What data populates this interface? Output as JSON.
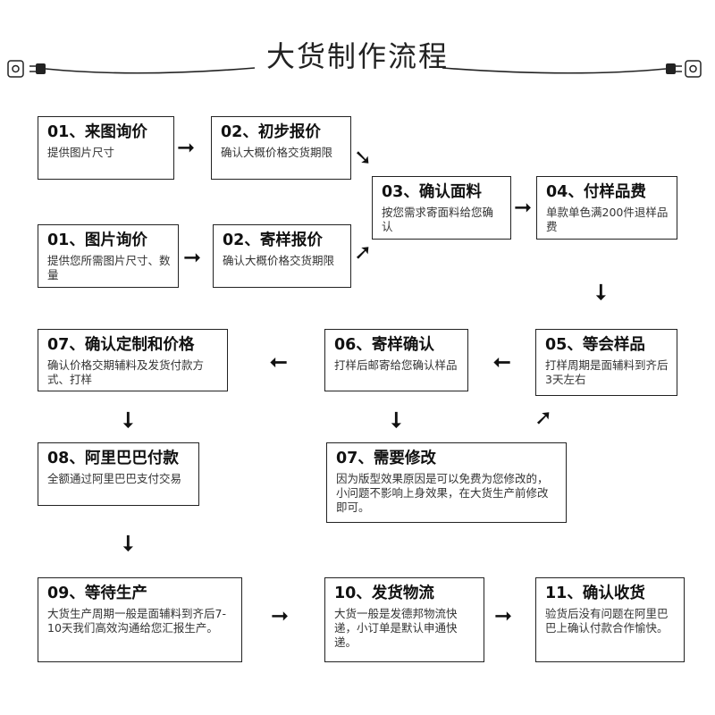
{
  "title": "大货制作流程",
  "steps": [
    {
      "head": "01、来图询价",
      "desc": "提供图片尺寸"
    },
    {
      "head": "02、初步报价",
      "desc": "确认大概价格交货期限"
    },
    {
      "head": "03、确认面料",
      "desc": "按您需求寄面料给您确认"
    },
    {
      "head": "04、付样品费",
      "desc": "单款单色满200件退样品费"
    },
    {
      "head": "01、图片询价",
      "desc": "提供您所需图片尺寸、数量"
    },
    {
      "head": "02、寄样报价",
      "desc": "确认大概价格交货期限"
    },
    {
      "head": "07、确认定制和价格",
      "desc": "确认价格交期辅料及发货付款方式、打样"
    },
    {
      "head": "06、寄样确认",
      "desc": "打样后邮寄给您确认样品"
    },
    {
      "head": "05、等会样品",
      "desc": "打样周期是面辅料到齐后3天左右"
    },
    {
      "head": "08、阿里巴巴付款",
      "desc": "全额通过阿里巴巴支付交易"
    },
    {
      "head": "07、需要修改",
      "desc": "因为版型效果原因是可以免费为您修改的，小问题不影响上身效果，在大货生产前修改即可。"
    },
    {
      "head": "09、等待生产",
      "desc": "大货生产周期一般是面辅料到齐后7-10天我们高效沟通给您汇报生产。"
    },
    {
      "head": "10、发货物流",
      "desc": "大货一般是发德邦物流快递，小订单是默认申通快递。"
    },
    {
      "head": "11、确认收货",
      "desc": "验货后没有问题在阿里巴巴上确认付款合作愉快。"
    }
  ],
  "arrows": {
    "right": "➞",
    "left": "⭠",
    "down": "⭣",
    "up_right": "➚",
    "down_right": "➘"
  }
}
